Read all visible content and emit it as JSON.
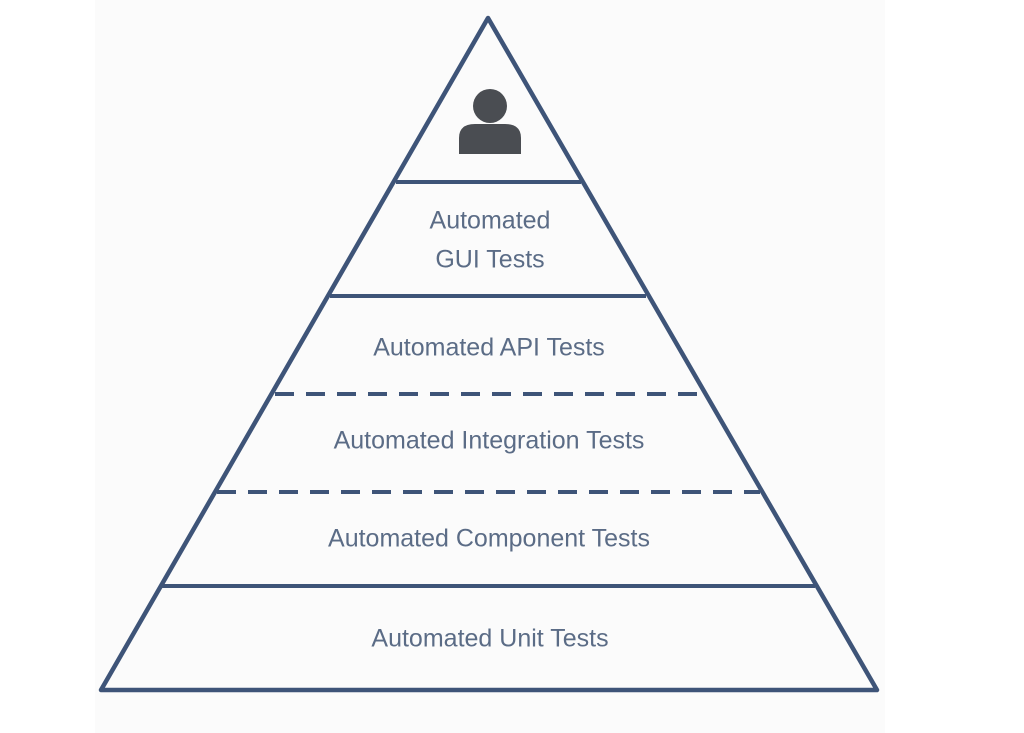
{
  "pyramid": {
    "top_icon": "user-icon",
    "tiers": [
      {
        "lines": [
          "Automated",
          "GUI Tests"
        ]
      },
      {
        "lines": [
          "Automated API Tests"
        ]
      },
      {
        "lines": [
          "Automated Integration Tests"
        ]
      },
      {
        "lines": [
          "Automated Component Tests"
        ]
      },
      {
        "lines": [
          "Automated Unit Tests"
        ]
      }
    ]
  },
  "colors": {
    "outline": "#3e5478",
    "text": "#5b6c86",
    "icon": "#4a4d52"
  }
}
